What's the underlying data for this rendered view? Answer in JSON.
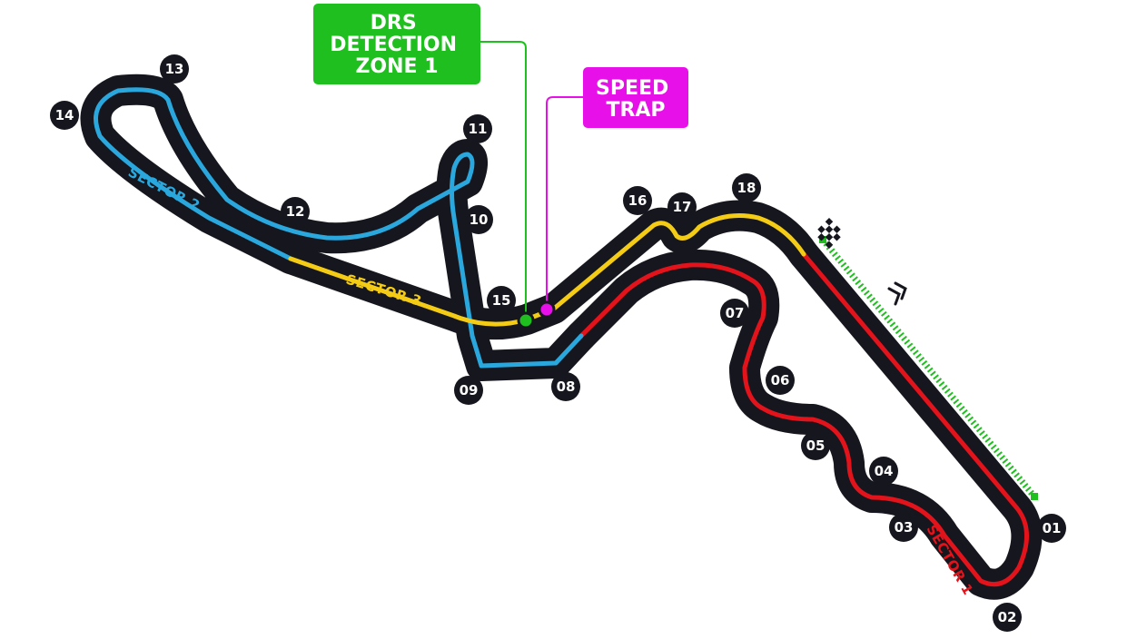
{
  "drs": {
    "lines": [
      "DRS",
      "DETECTION",
      "ZONE 1"
    ],
    "color": "#1fbf1f"
  },
  "speed_trap": {
    "lines": [
      "SPEED",
      "TRAP"
    ],
    "color": "#e810e8"
  },
  "sectors": {
    "s1": {
      "label": "SECTOR 1",
      "color": "#e3131b"
    },
    "s2": {
      "label": "SECTOR 2",
      "color": "#2aa8de"
    },
    "s3": {
      "label": "SECTOR 3",
      "color": "#f4cc16"
    }
  },
  "track": {
    "outline_color": "#16161e"
  },
  "corners": [
    "01",
    "02",
    "03",
    "04",
    "05",
    "06",
    "07",
    "08",
    "09",
    "10",
    "11",
    "12",
    "13",
    "14",
    "15",
    "16",
    "17",
    "18"
  ],
  "icons": {
    "start_flag": "checkered-flag-icon",
    "direction": "double-chevron-icon"
  }
}
